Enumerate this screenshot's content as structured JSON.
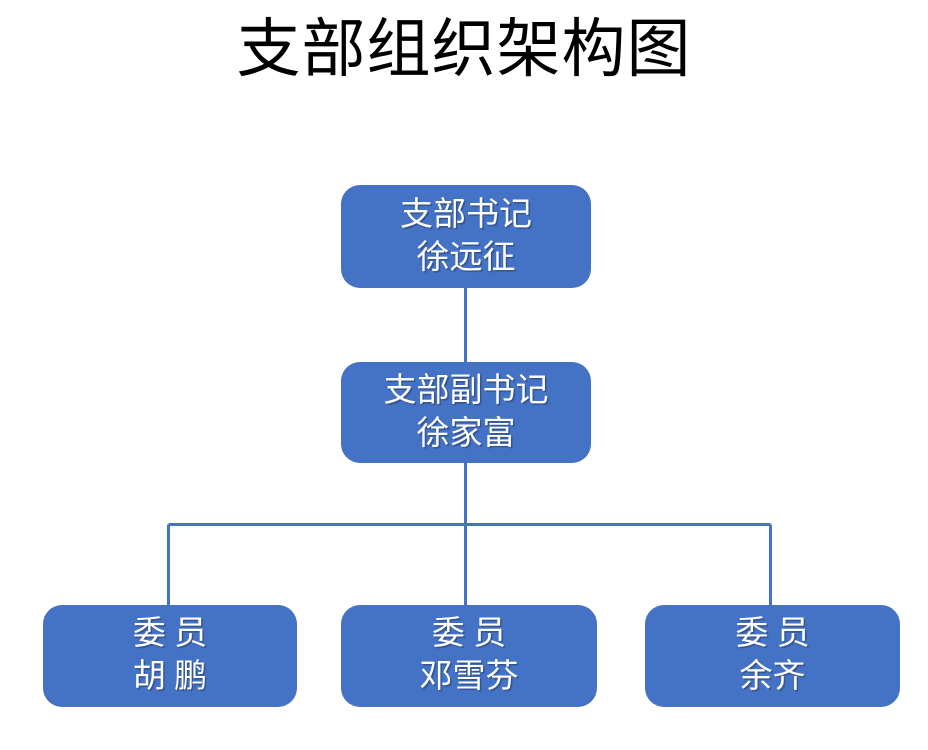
{
  "title": "支部组织架构图",
  "colors": {
    "node_fill": "#4472C4",
    "node_text": "#FFFFFF",
    "connector": "#4472C4",
    "title_text": "#000000",
    "background": "#FFFFFF"
  },
  "chart_data": {
    "type": "diagram",
    "diagram_type": "org-chart",
    "title": "支部组织架构图",
    "nodes": [
      {
        "id": "secretary",
        "role": "支部书记",
        "name": "徐远征",
        "level": 0
      },
      {
        "id": "deputy",
        "role": "支部副书记",
        "name": "徐家富",
        "level": 1
      },
      {
        "id": "member-1",
        "role": "委 员",
        "name": "胡 鹏",
        "level": 2
      },
      {
        "id": "member-2",
        "role": "委 员",
        "name": "邓雪芬",
        "level": 2
      },
      {
        "id": "member-3",
        "role": "委 员",
        "name": "余齐",
        "level": 2
      }
    ],
    "edges": [
      {
        "from": "secretary",
        "to": "deputy"
      },
      {
        "from": "deputy",
        "to": "member-1"
      },
      {
        "from": "deputy",
        "to": "member-2"
      },
      {
        "from": "deputy",
        "to": "member-3"
      }
    ]
  }
}
